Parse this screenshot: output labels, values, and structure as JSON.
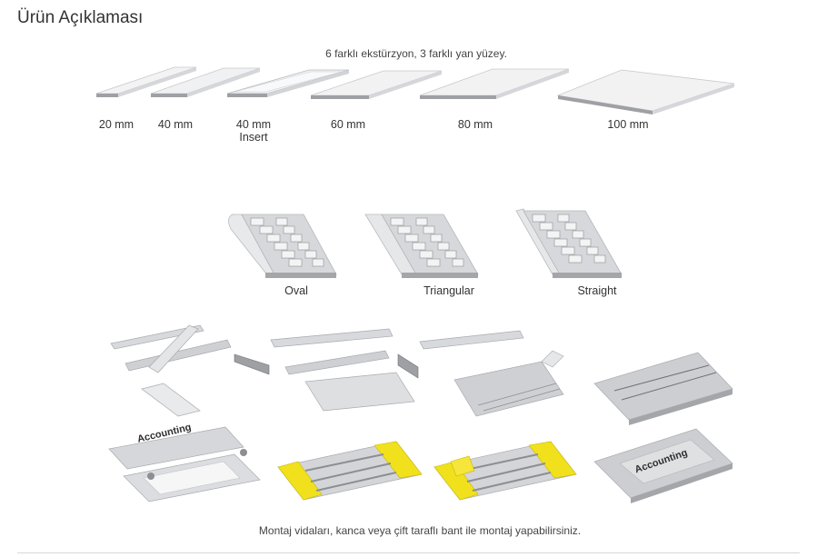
{
  "header": {
    "title": "Ürün Açıklaması"
  },
  "profiles_section": {
    "caption": "6 farklı ekstürzyon, 3 farklı yan yüzey.",
    "profiles": [
      {
        "label": "20 mm"
      },
      {
        "label": "40 mm"
      },
      {
        "label": "40 mm",
        "sublabel": "Insert"
      },
      {
        "label": "60 mm"
      },
      {
        "label": "80 mm"
      },
      {
        "label": "100 mm"
      }
    ]
  },
  "side_section": {
    "shapes": [
      {
        "label": "Oval"
      },
      {
        "label": "Triangular"
      },
      {
        "label": "Straight"
      }
    ]
  },
  "assembly_section": {
    "sign_text": "Accounting",
    "tape_color": "#f1e11c",
    "caption": "Montaj vidaları, kanca veya çift taraflı bant ile montaj yapabilirsiniz."
  }
}
